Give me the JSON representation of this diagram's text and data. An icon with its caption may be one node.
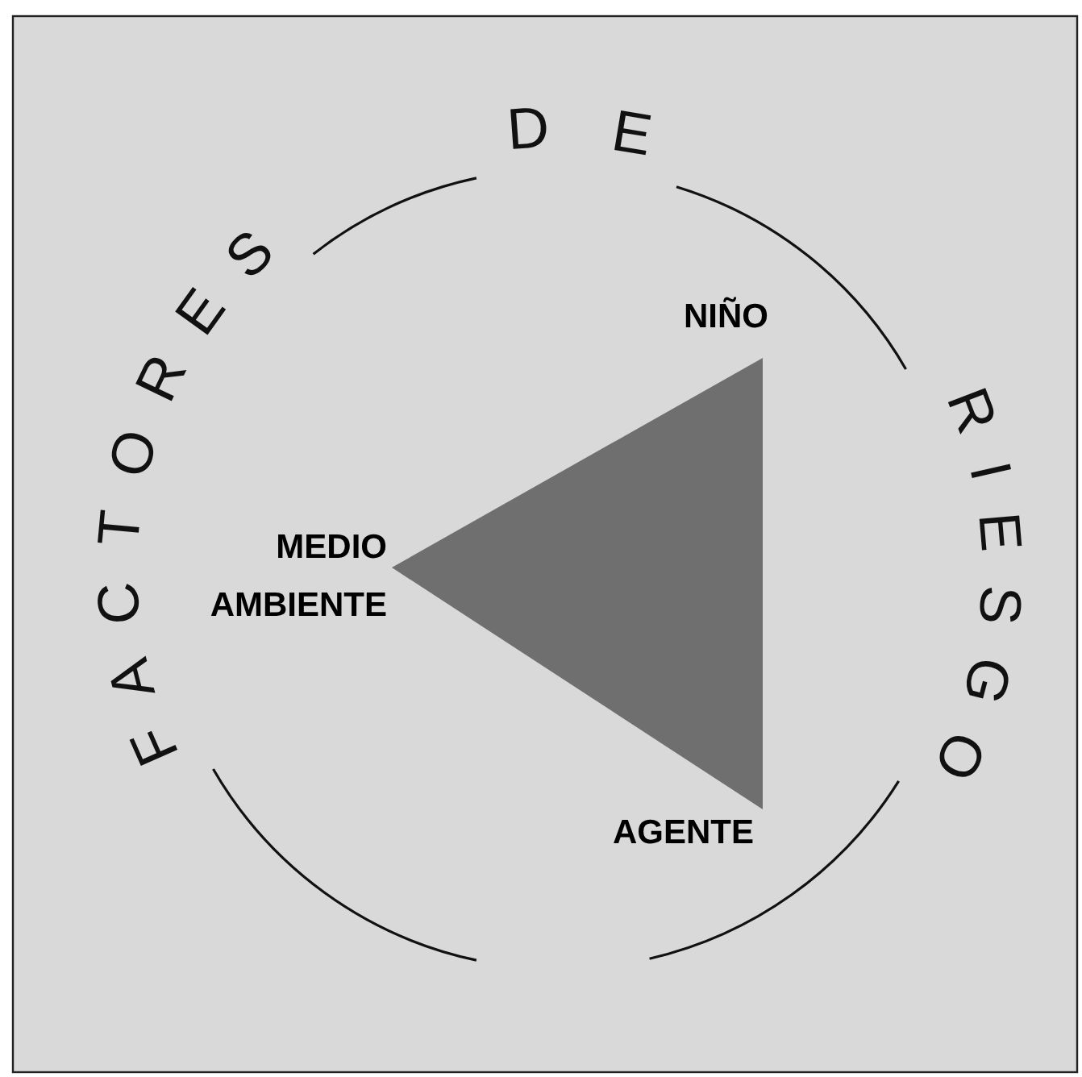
{
  "diagram": {
    "labels": [
      "FACTORES",
      "DE",
      "RIESGO",
      "NIÑO",
      "MEDIO AMBIENTE",
      "AGENTE"
    ]
  }
}
